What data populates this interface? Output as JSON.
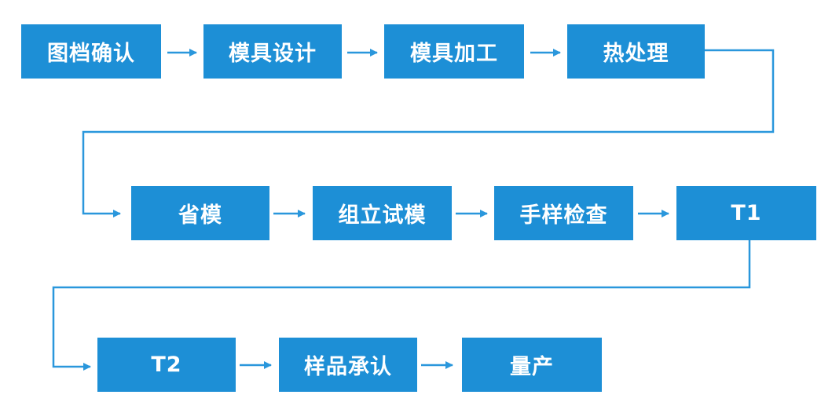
{
  "flow": {
    "colors": {
      "box": "#1d8fd6",
      "line": "#2a97dc",
      "text": "#ffffff"
    },
    "steps": [
      "图档确认",
      "模具设计",
      "模具加工",
      "热处理",
      "省模",
      "组立试模",
      "手样检查",
      "T1",
      "T2",
      "样品承认",
      "量产"
    ]
  }
}
